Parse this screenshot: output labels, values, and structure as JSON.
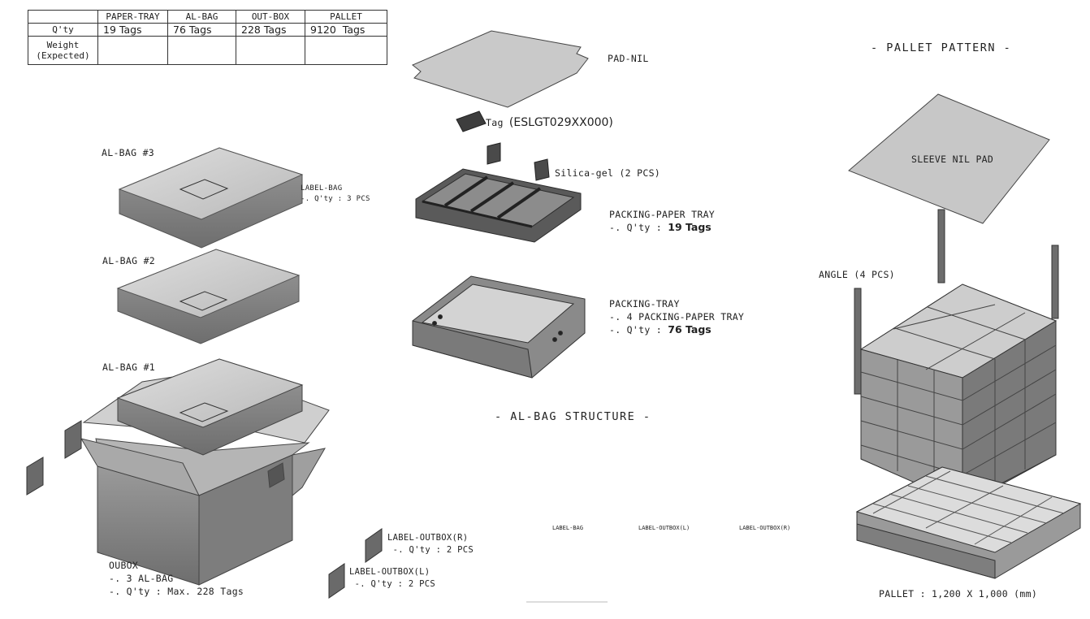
{
  "table": {
    "columns": [
      "",
      "PAPER-TRAY",
      "AL-BAG",
      "OUT-BOX",
      "PALLET"
    ],
    "qty_row": {
      "label": "Q'ty",
      "cells": [
        {
          "num": "19",
          "unit": "Tags"
        },
        {
          "num": "76",
          "unit": "Tags"
        },
        {
          "num": "228",
          "unit": "Tags"
        },
        {
          "num": "9120",
          "unit": "Tags"
        }
      ]
    },
    "weight_row": {
      "label_1": "Weight",
      "label_2": "(Expected)"
    }
  },
  "al_bag_structure": {
    "heading": "- AL-BAG STRUCTURE -",
    "pad": "PAD-NIL",
    "tag_prefix": "Tag",
    "tag_code": "(ESLGT029XX000)",
    "silica": "Silica-gel (2 PCS)",
    "paper_tray": {
      "title": "PACKING-PAPER TRAY",
      "qty_prefix": "-. Q'ty :",
      "qty_value": "19 Tags"
    },
    "packing_tray": {
      "title": "PACKING-TRAY",
      "line2": "-. 4 PACKING-PAPER TRAY",
      "qty_prefix": "-. Q'ty :",
      "qty_value": "76 Tags"
    }
  },
  "outbox_side": {
    "bag3": "AL-BAG #3",
    "bag2": "AL-BAG #2",
    "bag1": "AL-BAG #1",
    "label_bag": {
      "title": "LABEL-BAG",
      "qty": "-. Q'ty : 3 PCS"
    },
    "outbox": {
      "title": "OUBOX",
      "line2": "-. 3 AL-BAG",
      "line3": "-. Q'ty : Max. 228 Tags"
    },
    "label_outbox_r": {
      "title": "LABEL-OUTBOX(R)",
      "qty": "-. Q'ty : 2 PCS"
    },
    "label_outbox_l": {
      "title": "LABEL-OUTBOX(L)",
      "qty": "-. Q'ty : 2 PCS"
    }
  },
  "bottom_labels": {
    "bag": "LABEL-BAG",
    "outbox_l": "LABEL-OUTBOX(L)",
    "outbox_r": "LABEL-OUTBOX(R)"
  },
  "pallet_pattern": {
    "heading": "- PALLET PATTERN -",
    "sleeve": "SLEEVE NIL PAD",
    "angle": "ANGLE (4 PCS)",
    "pallet": "PALLET : 1,200 X 1,000 (mm)"
  },
  "colors": {
    "box_face": "#c8c8c8",
    "box_side": "#8a8a8a",
    "dark": "#3a3a3a",
    "line": "#333333"
  }
}
